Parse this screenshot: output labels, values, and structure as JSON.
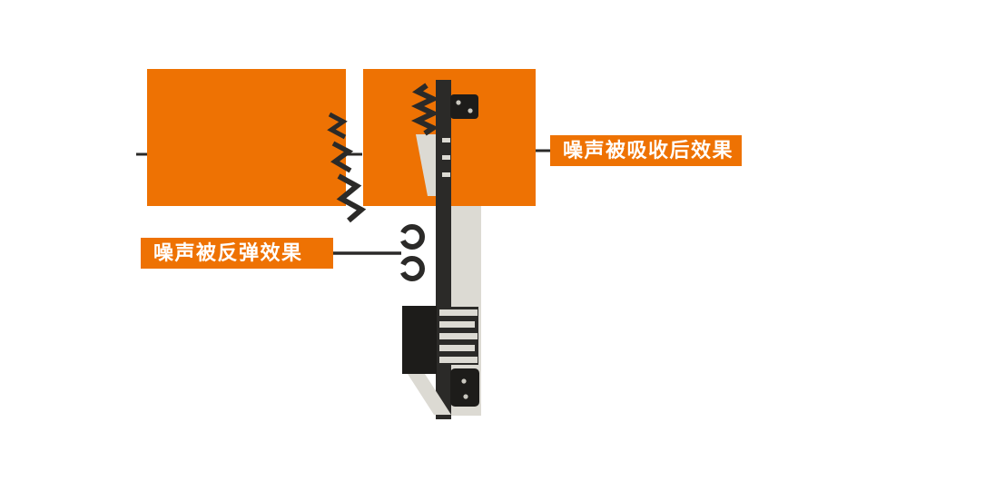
{
  "diagram": {
    "labels": {
      "absorbed": "噪声被吸收后效果",
      "reflected": "噪声被反弹效果"
    },
    "colors": {
      "accent_orange": "#EE7203",
      "structure_dark": "#2B2A28",
      "structure_black": "#1D1C1A",
      "panel_light": "#DCDAD3",
      "bolt_light": "#C9C7BF",
      "text_on_accent": "#FFFFFF"
    },
    "icons": {
      "noise_zigzag": "jagged sound-wave mark",
      "absorber_spring": "vertical zigzag absorber",
      "reflection_coil": "open ring / bounced wave",
      "bracket_bolt": "fastener dot"
    }
  }
}
